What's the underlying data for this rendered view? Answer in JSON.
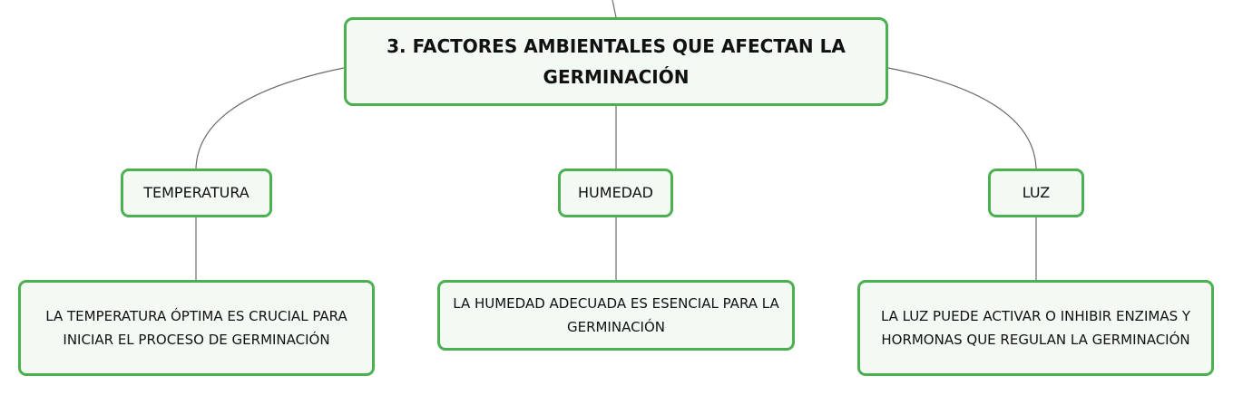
{
  "root": {
    "title": "3. FACTORES AMBIENTALES QUE AFECTAN LA GERMINACIÓN"
  },
  "branches": [
    {
      "label": "TEMPERATURA",
      "detail": "LA TEMPERATURA ÓPTIMA ES CRUCIAL PARA INICIAR EL PROCESO DE GERMINACIÓN"
    },
    {
      "label": "HUMEDAD",
      "detail": "LA HUMEDAD ADECUADA ES ESENCIAL PARA LA GERMINACIÓN"
    },
    {
      "label": "LUZ",
      "detail": "LA LUZ PUEDE ACTIVAR O INHIBIR ENZIMAS Y HORMONAS QUE REGULAN LA GERMINACIÓN"
    }
  ],
  "colors": {
    "node_border": "#4caf50",
    "node_fill": "#f3faf3",
    "connector": "#6b6b6b"
  }
}
